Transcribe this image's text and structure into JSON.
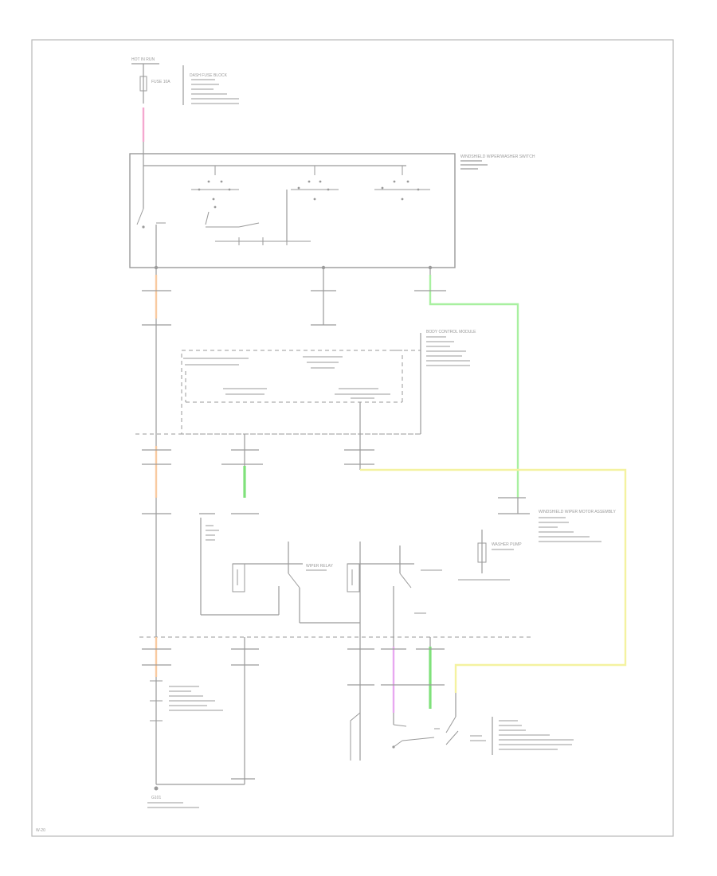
{
  "colors": {
    "pink": "#f4a8cf",
    "orange": "#f8caa0",
    "green": "#a8f0a0",
    "yellow": "#f4f2a0",
    "violet": "#e8a8f0"
  },
  "labels": {
    "fuse_block": "HOT IN RUN",
    "fuse_id": "FUSE 10A",
    "fuse_source_notes": "DASH FUSE BLOCK",
    "switch_assembly": "WINDSHIELD WIPER/WASHER SWITCH",
    "module_notes": "BODY CONTROL MODULE",
    "motor_assembly": "WINDSHIELD WIPER MOTOR ASSEMBLY",
    "relay_notes": "WIPER RELAY",
    "washer_pump": "WASHER PUMP",
    "ground_label": "G101",
    "footer_code": "W-20"
  }
}
